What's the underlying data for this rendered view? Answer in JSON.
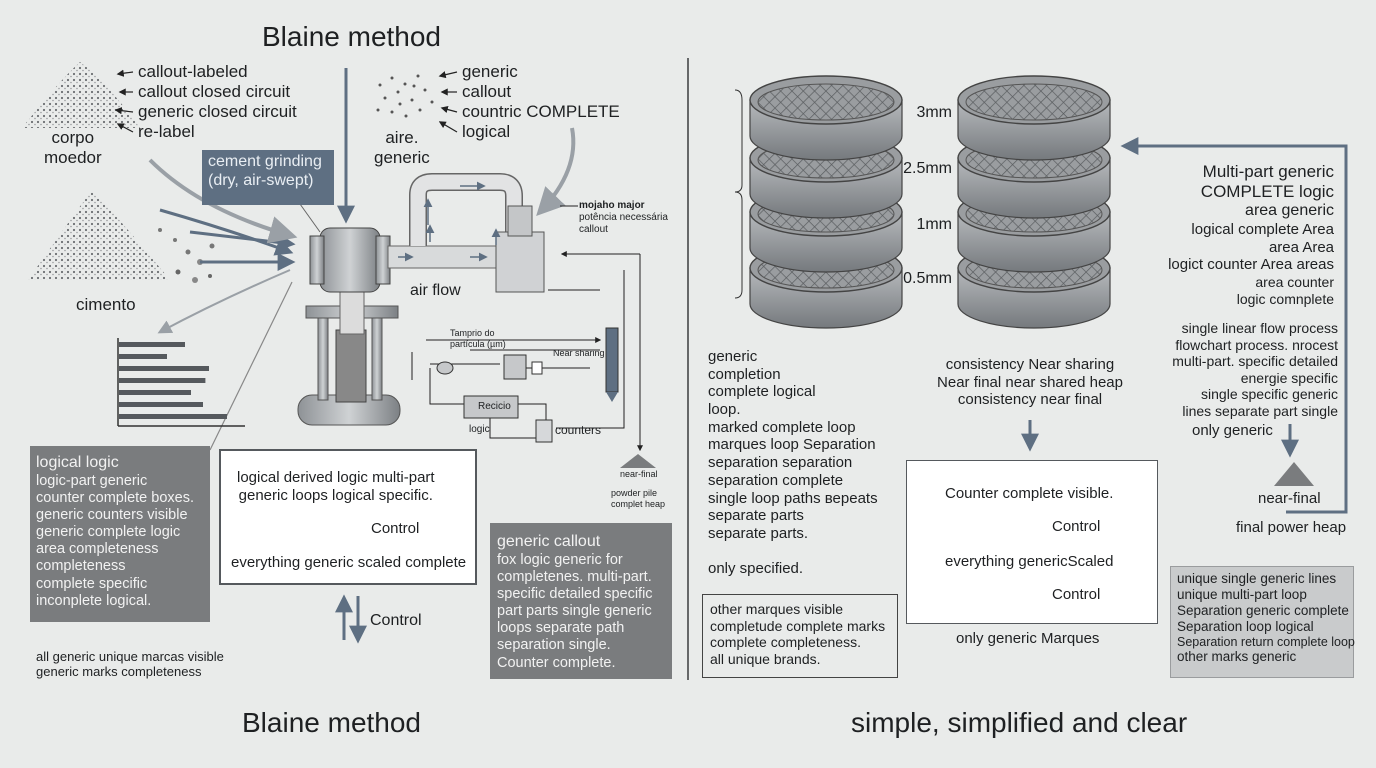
{
  "left": {
    "title": "Blaine method",
    "bottom_title": "Blaine method",
    "grinding_media_callouts": [
      "callout-labeled",
      "callout closed circuit",
      "generic closed circuit",
      "re-label"
    ],
    "grinding_media_label": [
      "corpo",
      "moedor"
    ],
    "air_callouts": [
      "generic",
      "callout",
      "countric COMPLETE",
      "logical"
    ],
    "air_label": [
      "aire.",
      "generic"
    ],
    "cement_label": "cimento",
    "cement_grinding_box": [
      "cement grinding",
      "(dry, air-swept)"
    ],
    "air_flow_label": "air flow",
    "major_callout": [
      "mojaho major",
      "potência necessária",
      "callout"
    ],
    "particle_size_label": [
      "Tamprio do",
      "partícula (µm)"
    ],
    "near_sharing_small": "Near sharing",
    "recicio_label": "Recicio",
    "logic_label": "logic",
    "counters_label": "counters",
    "near_final_small": "near-final",
    "powder_pile_label": [
      "powder pile",
      "complet heap"
    ],
    "dark_box_1": [
      "logical logic",
      "logic-part generic",
      "counter complete boxes.",
      "generic counters visible",
      "generic complete logic",
      "area completeness",
      "completeness",
      "complete specific",
      "inconplete logical."
    ],
    "white_box": {
      "line1": [
        "logical derived logic multi-part",
        "generic loops logical specific."
      ],
      "control": "Control",
      "line2": "everything generic scaled complete"
    },
    "control_below": "Control",
    "dark_box_2": [
      "generic callout",
      "fox logic generic for",
      "completenes. multi-part.",
      "specific detailed specific",
      "part parts single generic",
      "loops separate path",
      "separation single.",
      "Counter complete."
    ],
    "footnote": [
      "all generic unique marcas visible",
      "generic marks completeness"
    ]
  },
  "right": {
    "bottom_title": "simple, simplified and clear",
    "sieve_sizes": [
      "3mm",
      "2.5mm",
      "1mm",
      "0.5mm"
    ],
    "sieve_text": [
      "generic",
      "completion",
      "complete logical",
      "loop.",
      "marked complete loop",
      "marques loop Separation",
      "separation separation",
      "separation complete",
      "single loop paths верeats",
      "separate parts",
      "separate parts."
    ],
    "only_specified": "only specified.",
    "outline_box": [
      "other marques visible",
      "completude complete marks",
      "complete completeness.",
      "all unique brands."
    ],
    "near_sharing_text": [
      "consistency Near sharing",
      "Near final near shared heap",
      "consistency near final"
    ],
    "white_box": {
      "line1": "Counter complete visible.",
      "control1": "Control",
      "line2": "everything genericScaled",
      "control2": "Control"
    },
    "only_generic_marques": "only generic Marques",
    "multipart_text": [
      "Multi-part generic",
      "COMPLETE logic",
      "area generic",
      "logical complete Area",
      "area Area",
      "logict counter Area areas",
      "area counter",
      "logic comnplete"
    ],
    "flow_text": [
      "single linear flow process",
      "flowchart process. nrocest",
      "multi-part. specific detailed",
      "energie specific",
      "single specific generic",
      "lines separate part single"
    ],
    "only_generic": "only generic",
    "near_final": "near-final",
    "final_power_heap": "final power heap",
    "gray_box": [
      "unique single generic lines",
      "unique multi-part loop",
      "Separation generic complete",
      "Separation loop logical",
      "Separation return complete loop",
      "other marks generic"
    ]
  },
  "colors": {
    "accent": "#5e6f82",
    "dark_box": "#7a7c7e",
    "background": "#e9ebea"
  },
  "bar_values": [
    0.55,
    0.4,
    0.75,
    0.72,
    0.6,
    0.7,
    0.9
  ]
}
